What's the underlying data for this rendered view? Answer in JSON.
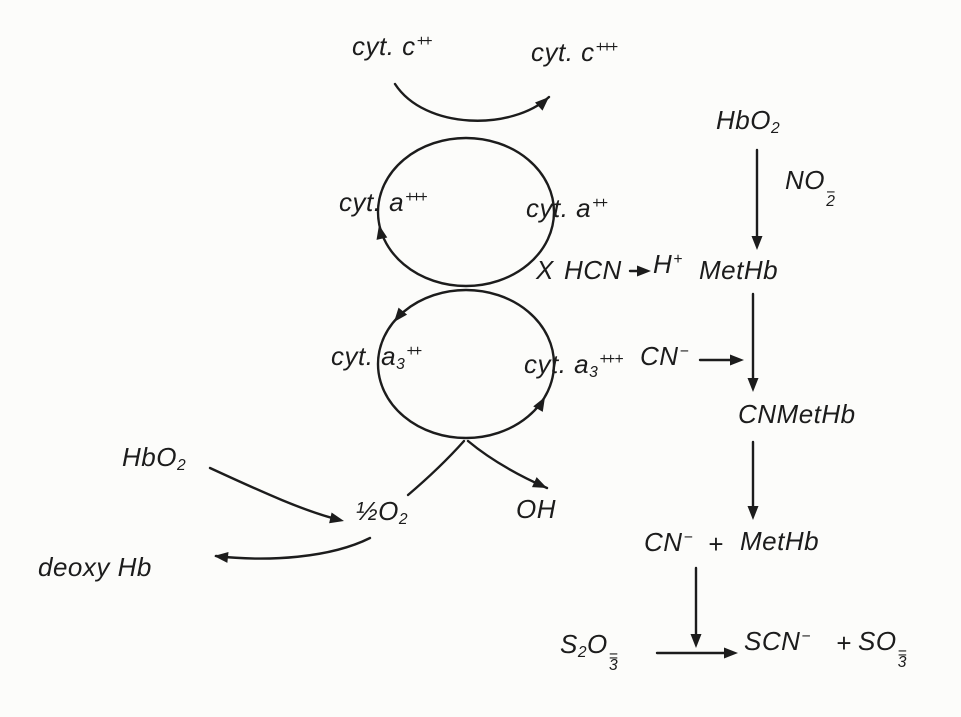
{
  "page": {
    "background": "#fcfcfa",
    "ink": "#1c1c1c"
  },
  "labels": {
    "cyt_c_red": {
      "base": "cyt. c",
      "sup": "++"
    },
    "cyt_c_ox": {
      "base": "cyt. c",
      "sup": "+++"
    },
    "cyt_a_ox": {
      "base": "cyt. a",
      "sup": "+++"
    },
    "cyt_a_red": {
      "base": "cyt. a",
      "sup": "++"
    },
    "cyt_a3_red": {
      "base": "cyt. a",
      "sub": "3",
      "sup": "++"
    },
    "cyt_a3_ox": {
      "base": "cyt. a",
      "sub": "3",
      "sup": "++ +"
    },
    "half_o2": {
      "base": "½O",
      "sub": "2"
    },
    "oh": {
      "base": "OH"
    },
    "hbo2_left": {
      "base": "HbO",
      "sub": "2"
    },
    "deoxy_hb": {
      "base": "deoxy Hb"
    },
    "hbo2_right": {
      "base": "HbO",
      "sub": "2"
    },
    "no2": {
      "base": "NO",
      "charge": "−",
      "sub": "2"
    },
    "x_block": {
      "base": "X"
    },
    "hcn": {
      "base": "HCN"
    },
    "h_plus": {
      "base": "H",
      "sup": "+"
    },
    "methb_upper": {
      "base": "MetHb"
    },
    "cn_mid": {
      "base": "CN",
      "sup": "−"
    },
    "cnmethb": {
      "base": "CNMetHb"
    },
    "cn_low": {
      "base": "CN",
      "sup": "−"
    },
    "plus_low": {
      "base": "+"
    },
    "methb_lower": {
      "base": "MetHb"
    },
    "s2o3": {
      "base1": "S",
      "sub1": "2",
      "base2": "O",
      "charge": "=",
      "sub2": "3"
    },
    "scn": {
      "base": "SCN",
      "sup": "−"
    },
    "plus_bottom": {
      "base": "+"
    },
    "so3": {
      "base": "SO",
      "charge": "=",
      "sub": "3"
    }
  }
}
